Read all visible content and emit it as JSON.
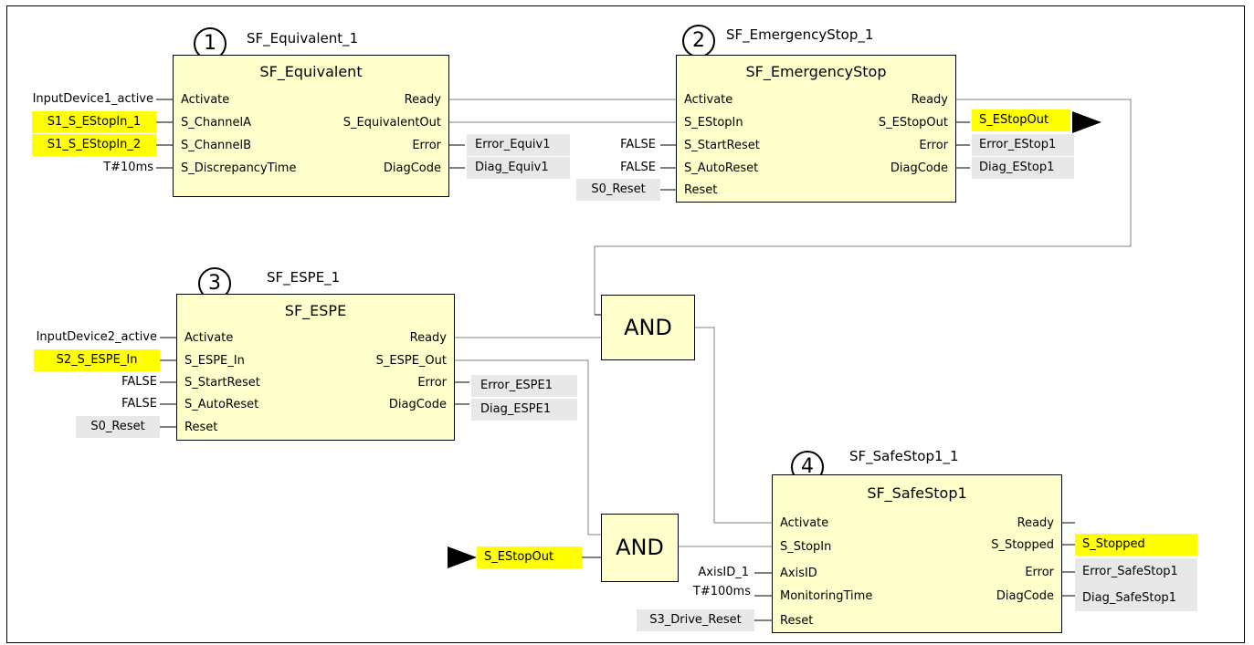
{
  "blocks": {
    "b1": {
      "number": "1",
      "instance": "SF_Equivalent_1",
      "type": "SF_Equivalent",
      "inputs": [
        "Activate",
        "S_ChannelA",
        "S_ChannelB",
        "S_DiscrepancyTime"
      ],
      "outputs": [
        "Ready",
        "S_EquivalentOut",
        "Error",
        "DiagCode"
      ],
      "in_vars": [
        "InputDevice1_active",
        "S1_S_EStopIn_1",
        "S1_S_EStopIn_2",
        "T#10ms"
      ],
      "out_vars": [
        "Error_Equiv1",
        "Diag_Equiv1"
      ]
    },
    "b2": {
      "number": "2",
      "instance": "SF_EmergencyStop_1",
      "type": "SF_EmergencyStop",
      "inputs": [
        "Activate",
        "S_EStopIn",
        "S_StartReset",
        "S_AutoReset",
        "Reset"
      ],
      "outputs": [
        "Ready",
        "S_EStopOut",
        "Error",
        "DiagCode"
      ],
      "in_vars": [
        "FALSE",
        "FALSE",
        "S0_Reset"
      ],
      "out_vars": [
        "S_EStopOut",
        "Error_EStop1",
        "Diag_EStop1"
      ]
    },
    "b3": {
      "number": "3",
      "instance": "SF_ESPE_1",
      "type": "SF_ESPE",
      "inputs": [
        "Activate",
        "S_ESPE_In",
        "S_StartReset",
        "S_AutoReset",
        "Reset"
      ],
      "outputs": [
        "Ready",
        "S_ESPE_Out",
        "Error",
        "DiagCode"
      ],
      "in_vars": [
        "InputDevice2_active",
        "S2_S_ESPE_In",
        "FALSE",
        "FALSE",
        "S0_Reset"
      ],
      "out_vars": [
        "Error_ESPE1",
        "Diag_ESPE1"
      ]
    },
    "b4": {
      "number": "4",
      "instance": "SF_SafeStop1_1",
      "type": "SF_SafeStop1",
      "inputs": [
        "Activate",
        "S_StopIn",
        "AxisID",
        "MonitoringTime",
        "Reset"
      ],
      "outputs": [
        "Ready",
        "S_Stopped",
        "Error",
        "DiagCode"
      ],
      "in_vars": [
        "AxisID_1",
        "T#100ms",
        "S3_Drive_Reset"
      ],
      "out_vars": [
        "S_Stopped",
        "Error_SafeStop1",
        "Diag_SafeStop1"
      ]
    }
  },
  "and_gates": [
    "AND",
    "AND"
  ],
  "connector_in": "S_EStopOut",
  "colors": {
    "block_fill": "#ffffcc",
    "highlight": "#ffff00",
    "variable_box": "#e8e8e8",
    "wire": "#808080"
  }
}
